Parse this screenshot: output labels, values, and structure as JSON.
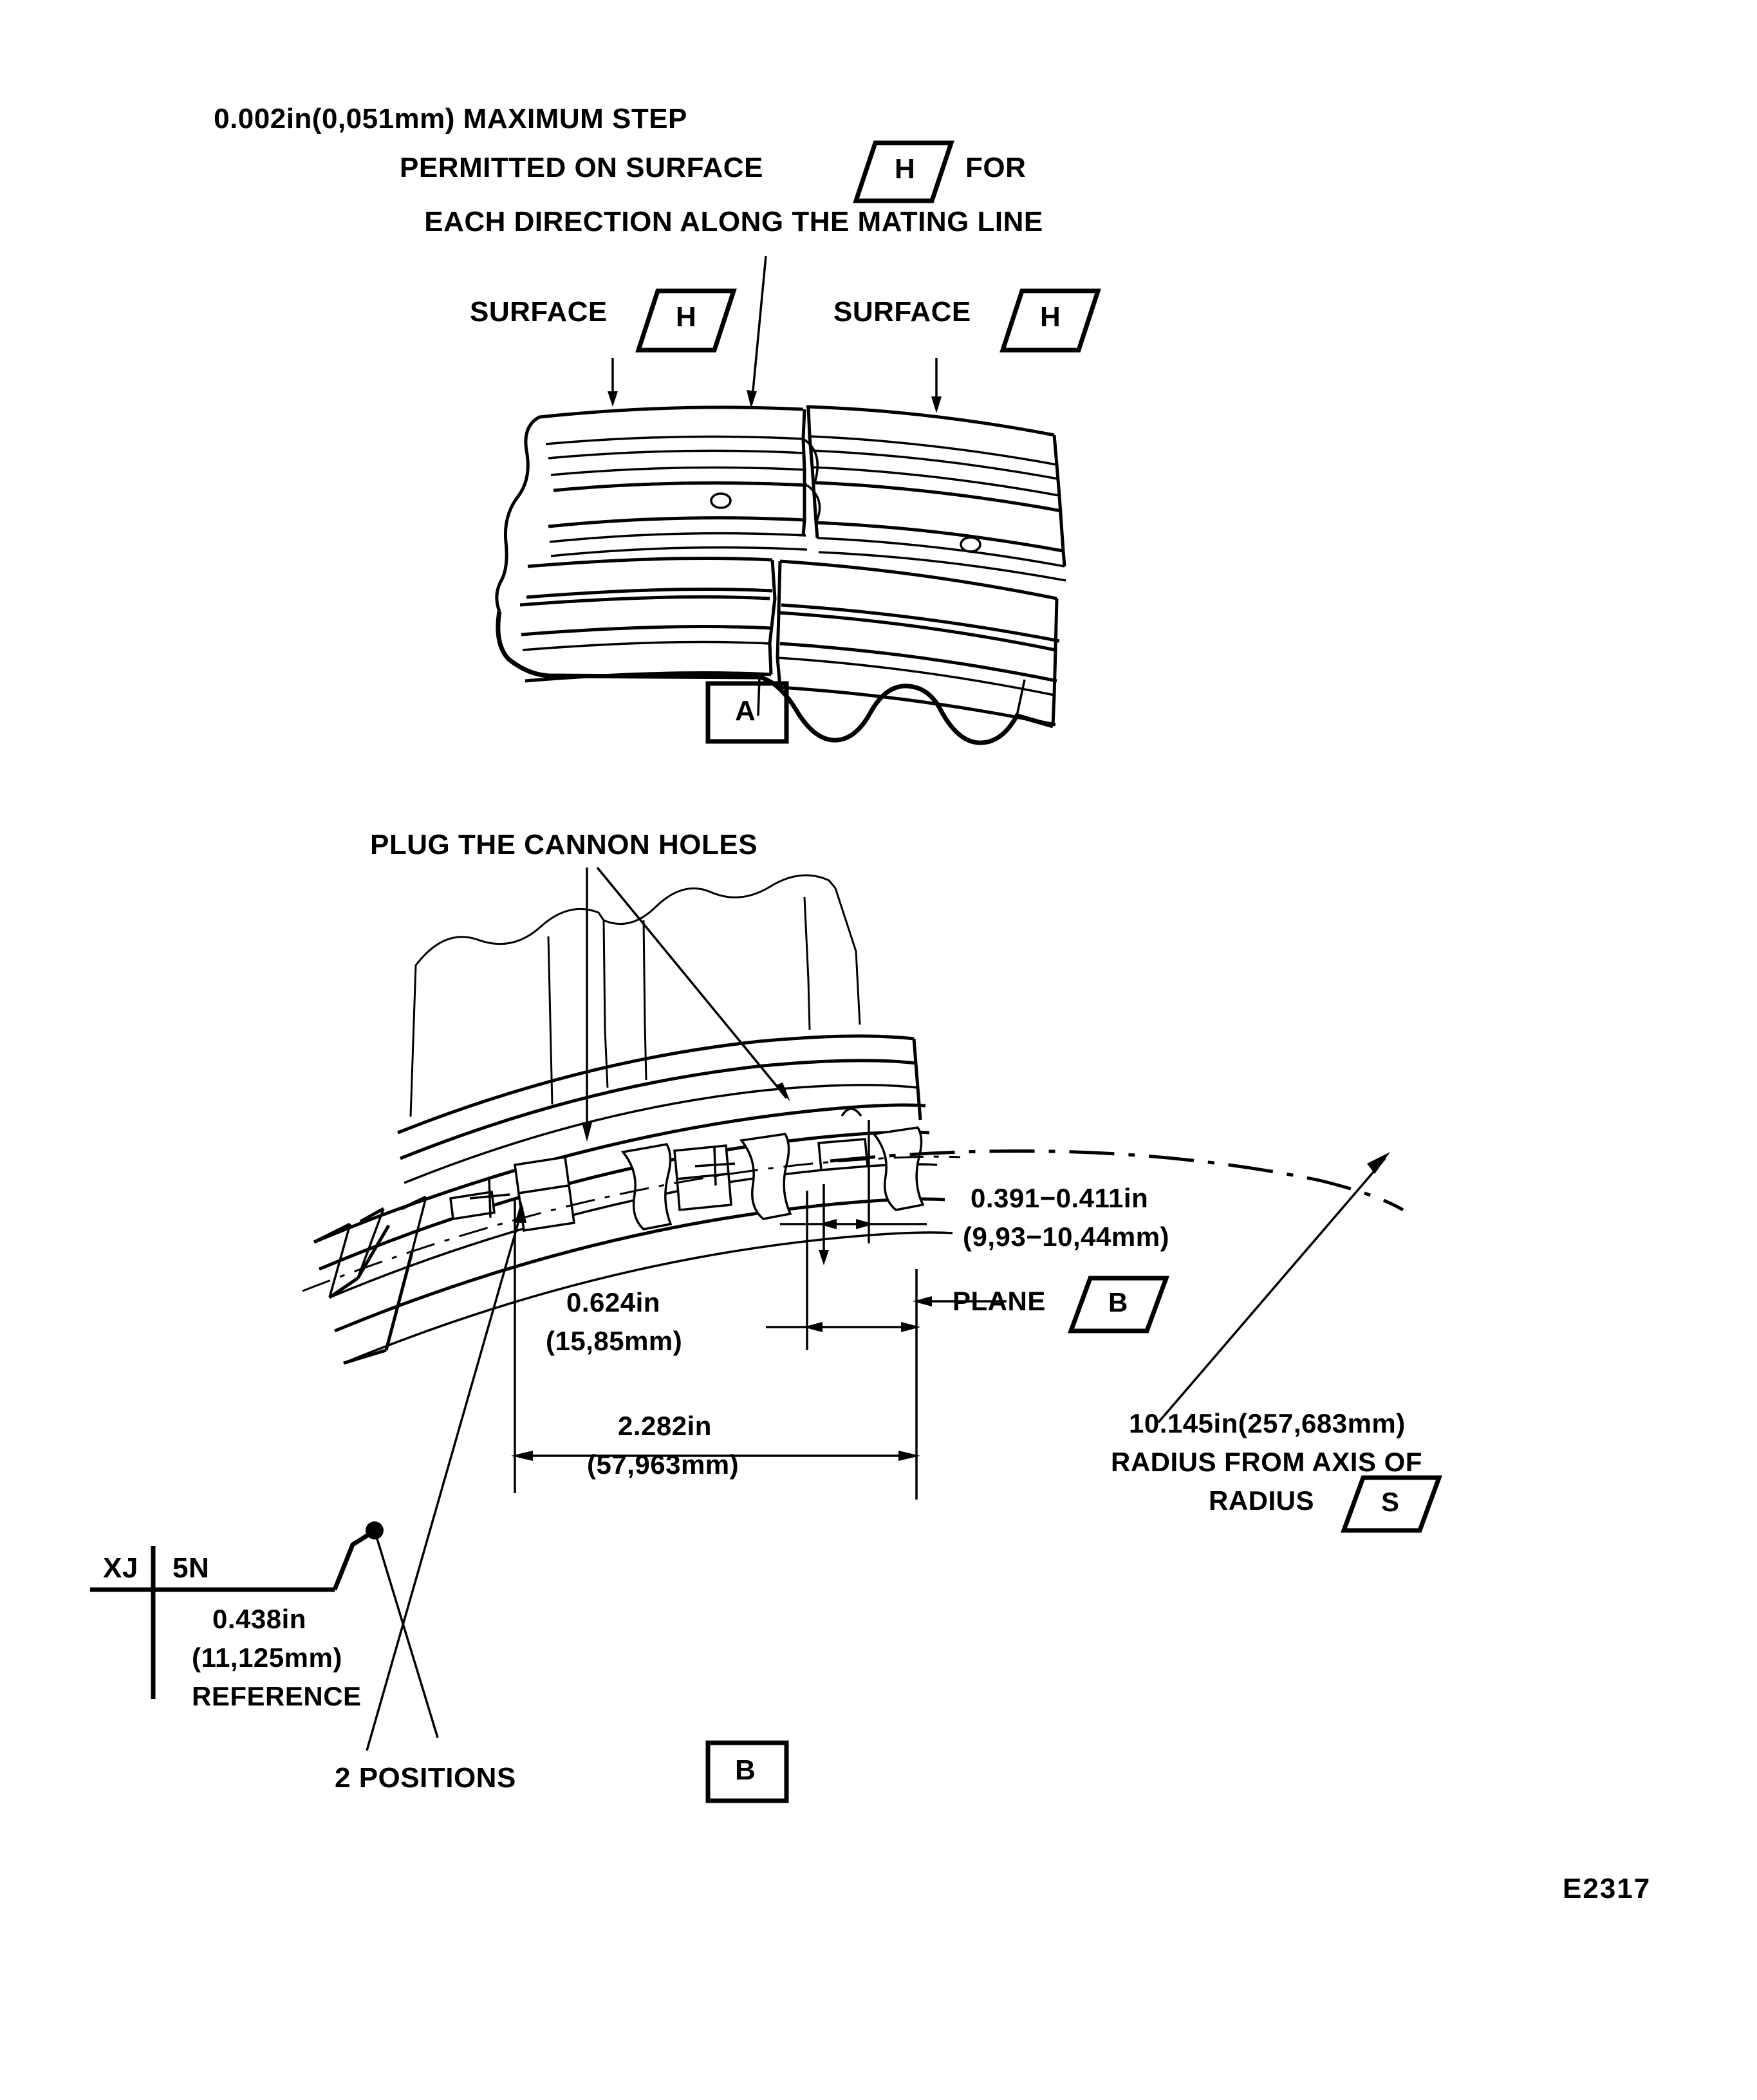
{
  "drawing": {
    "number": "E2317",
    "detail_a_label": "A",
    "detail_b_label": "B"
  },
  "notes": {
    "header_line1": "0.002in(0,051mm) MAXIMUM STEP",
    "header_line2_pre": "PERMITTED ON SURFACE",
    "header_line2_datum": "H",
    "header_line2_post": "FOR",
    "header_line3": "EACH DIRECTION ALONG THE MATING LINE",
    "surface_label_left": "SURFACE",
    "surface_datum_left": "H",
    "surface_label_right": "SURFACE",
    "surface_datum_right": "H",
    "plug_holes": "PLUG THE CANNON HOLES",
    "two_positions": "2 POSITIONS"
  },
  "dimensions": {
    "gap_in": "0.391−0.411in",
    "gap_mm": "(9,93−10,44mm)",
    "plane_label": "PLANE",
    "plane_datum": "B",
    "short_in": "0.624in",
    "short_mm": "(15,85mm)",
    "long_in": "2.282in",
    "long_mm": "(57,963mm)",
    "radius_in_mm": "10.145in(257,683mm)",
    "radius_line2": "RADIUS FROM AXIS OF",
    "radius_line3": "RADIUS",
    "radius_datum": "S",
    "ref_in": "0.438in",
    "ref_mm": "(11,125mm)",
    "ref_word": "REFERENCE"
  },
  "section_mark": {
    "left_code": "XJ",
    "right_code": "5N"
  },
  "colors": {
    "ink": "#000000",
    "paper": "#ffffff"
  }
}
